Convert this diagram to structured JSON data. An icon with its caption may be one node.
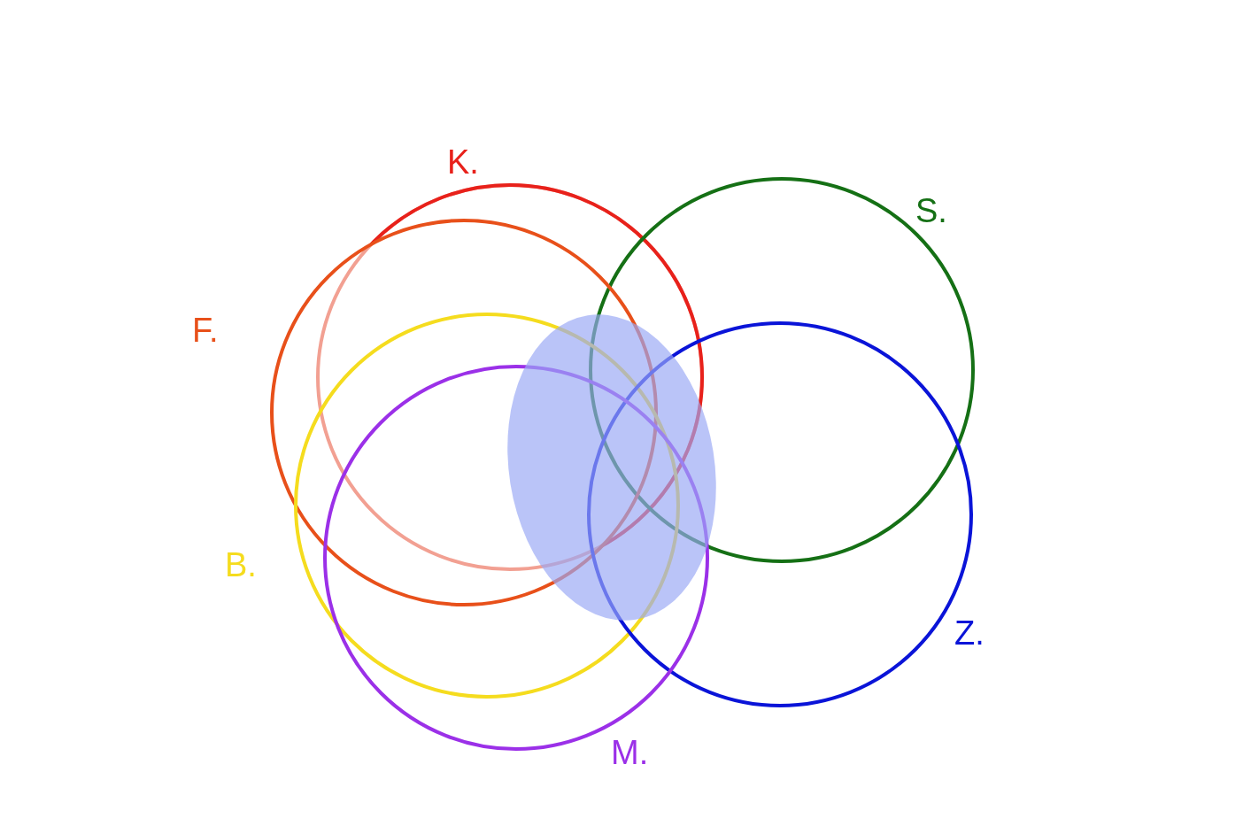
{
  "diagram": {
    "nodes": [
      {
        "text": [
          "K."
        ]
      },
      {
        "text": [
          "S."
        ]
      },
      {
        "text": [
          "F."
        ]
      },
      {
        "text": [
          "B."
        ]
      },
      {
        "text": [
          "Z."
        ]
      },
      {
        "text": [
          "M."
        ]
      },
      {
        "text": [],
        "shape": "ellipse"
      }
    ]
  }
}
